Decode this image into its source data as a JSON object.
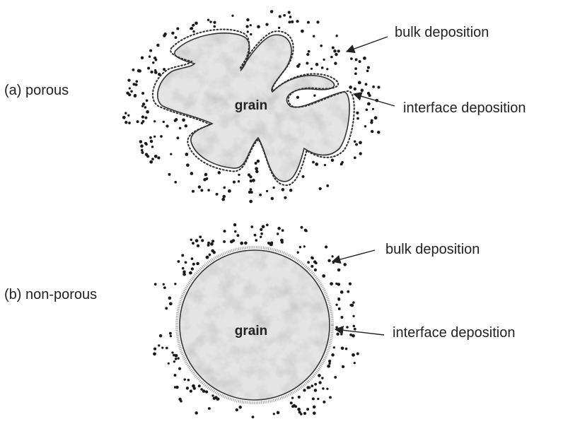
{
  "panels": [
    {
      "id": "a",
      "label": "(a) porous",
      "grain_label": "grain",
      "bulk_label": "bulk deposition",
      "interface_label": "interface deposition"
    },
    {
      "id": "b",
      "label": "(b) non-porous",
      "grain_label": "grain",
      "bulk_label": "bulk deposition",
      "interface_label": "interface deposition"
    }
  ],
  "colors": {
    "grain_fill": "#e4e4e4",
    "grain_texture": "#b4b4b4",
    "outline": "#333333",
    "dots": "#1a1a1a",
    "text": "#222222"
  }
}
